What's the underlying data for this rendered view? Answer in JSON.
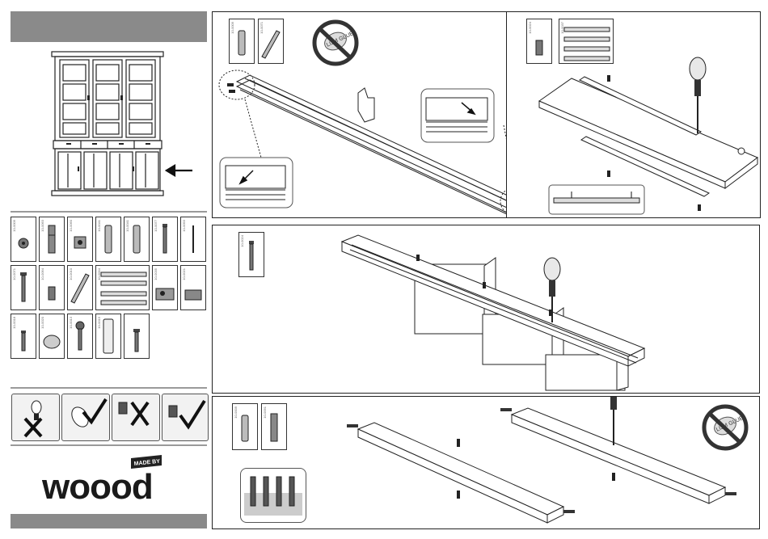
{
  "sidebar": {
    "hardware_codes": [
      "10-0009",
      "10-0063",
      "10-0060",
      "10-0041",
      "10-0041",
      "10-0077",
      "10-0093",
      "10-0071",
      "10-0064",
      "10-0010",
      "10-0004",
      "10-0035",
      "10-0021",
      "10-0018",
      "10-0020",
      "10-0013",
      "10-0015"
    ],
    "step_codes": [
      "10-0009",
      "10-0024",
      "10-0071",
      "10-0037",
      "10-0091"
    ]
  },
  "logo": {
    "badge": "MADE BY",
    "wordmark": "woood"
  },
  "warnings": {
    "no_glue_top": "LIJM GLUE",
    "no_glue_bottom": "LIJM GLUE"
  },
  "colors": {
    "header_bar": "#8a8a8a",
    "line": "#222222",
    "separator": "#9a9a9a"
  }
}
